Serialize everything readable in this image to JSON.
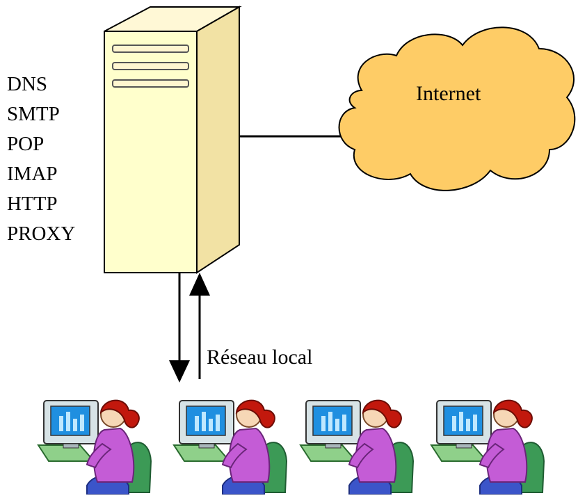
{
  "server": {
    "protocols": [
      "DNS",
      "SMTP",
      "POP",
      "IMAP",
      "HTTP",
      "PROXY"
    ],
    "icon": "server-tower-icon"
  },
  "cloud": {
    "label": "Internet",
    "icon": "cloud-icon"
  },
  "network": {
    "label": "Réseau local"
  },
  "clients": {
    "count": 4,
    "icon": "user-at-computer-icon"
  },
  "colors": {
    "server_front": "#ffffcc",
    "server_side": "#f2e2a4",
    "server_top": "#fff8d6",
    "cloud_fill": "#fecc66",
    "outline": "#000000",
    "monitor_screen": "#1f8fe0",
    "user_shirt": "#c45cd6",
    "user_hair": "#c2180d",
    "chair": "#3c9a56",
    "pants": "#3b55c9"
  }
}
